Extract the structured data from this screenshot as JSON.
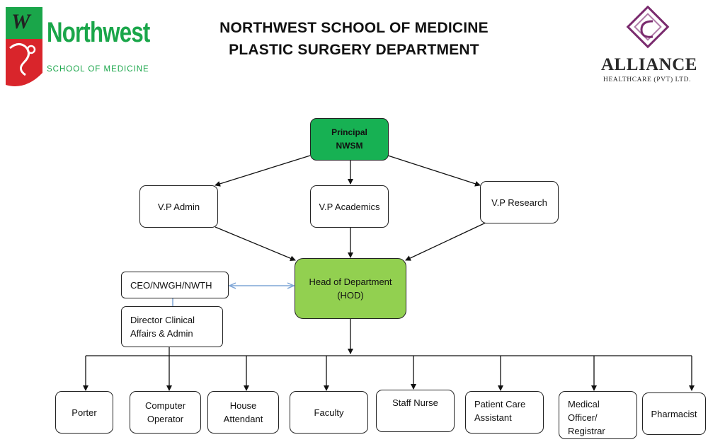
{
  "header": {
    "title_line1": "NORTHWEST SCHOOL OF MEDICINE",
    "title_line2": "PLASTIC SURGERY DEPARTMENT"
  },
  "logos": {
    "left": {
      "word": "Northwest",
      "sub": "SCHOOL OF MEDICINE",
      "mark": "W"
    },
    "right": {
      "word": "ALLIANCE",
      "sub": "HEALTHCARE (PVT) LTD."
    }
  },
  "nodes": {
    "principal": [
      "Principal",
      "NWSM"
    ],
    "vp_admin": "V.P Admin",
    "vp_academics": "V.P Academics",
    "vp_research": "V.P Research",
    "ceo": "CEO/NWGH/NWTH",
    "director": [
      "Director Clinical",
      "Affairs & Admin"
    ],
    "hod": [
      "Head of Department",
      "(HOD)"
    ],
    "porter": "Porter",
    "computer_operator": [
      "Computer",
      "Operator"
    ],
    "house_attendant": [
      "House",
      "Attendant"
    ],
    "faculty": "Faculty",
    "staff_nurse": "Staff Nurse",
    "patient_care": [
      "Patient Care",
      "Assistant"
    ],
    "medical_officer": [
      "Medical",
      "Officer/",
      "Registrar"
    ],
    "pharmacist": "Pharmacist"
  },
  "colors": {
    "principal_fill": "#17b153",
    "hod_fill": "#92d050",
    "ceo_link": "#7fa6d6",
    "northwest_green": "#1aa64a",
    "northwest_red": "#d9252b",
    "alliance_purple": "#7a2b6e"
  }
}
